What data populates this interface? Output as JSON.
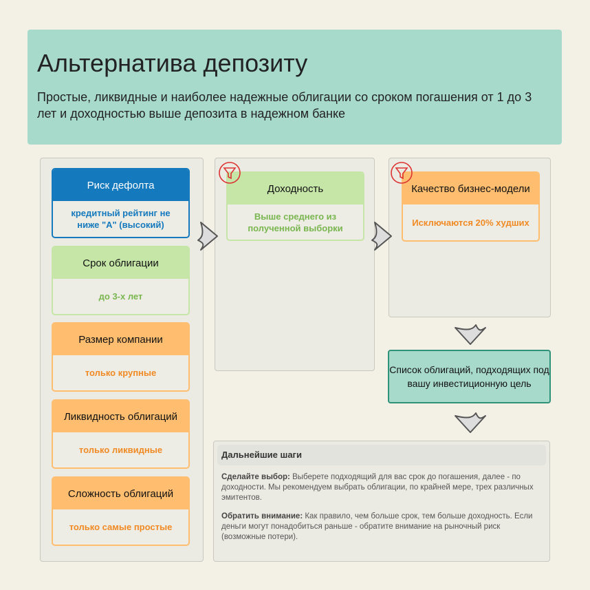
{
  "header": {
    "title": "Альтернатива депозиту",
    "subtitle": "Простые, ликвидные и наиболее надежные облигации со сроком погашения от 1 до 3 лет и доходностью выше депозита в надежном банке"
  },
  "criteria": [
    {
      "title": "Риск дефолта",
      "value": "кредитный рейтинг не ниже \"A\" (высокий)"
    },
    {
      "title": "Срок облигации",
      "value": "до 3-х лет"
    },
    {
      "title": "Размер компании",
      "value": "только крупные"
    },
    {
      "title": "Ликвидность облигаций",
      "value": "только ликвидные"
    },
    {
      "title": "Сложность облигаций",
      "value": "только самые простые"
    }
  ],
  "filters": [
    {
      "title": "Доходность",
      "value": "Выше среднего из полученной выборки"
    },
    {
      "title": "Качество бизнес-модели",
      "value": "Исключаются 20% худших"
    }
  ],
  "result": "Список облигаций, подходящих под вашу инвестиционную цель",
  "steps": {
    "title": "Дальнейшие шаги",
    "p1_label": "Сделайте выбор:",
    "p1_text": " Выберете подходящий для вас срок до погашения, далее - по доходности. Мы рекомендуем выбрать облигации, по крайней мере, трех различных эмитентов.",
    "p2_label": "Обратить внимание:",
    "p2_text": " Как правило, чем больше срок, тем больше доходность. Если деньги могут понадобиться раньше - обратите внимание на рыночный риск (возможные потери)."
  },
  "colors": {
    "blue": "#1579bd",
    "green": "#79b650",
    "orange": "#f08a24",
    "teal": "#a8dacb"
  }
}
